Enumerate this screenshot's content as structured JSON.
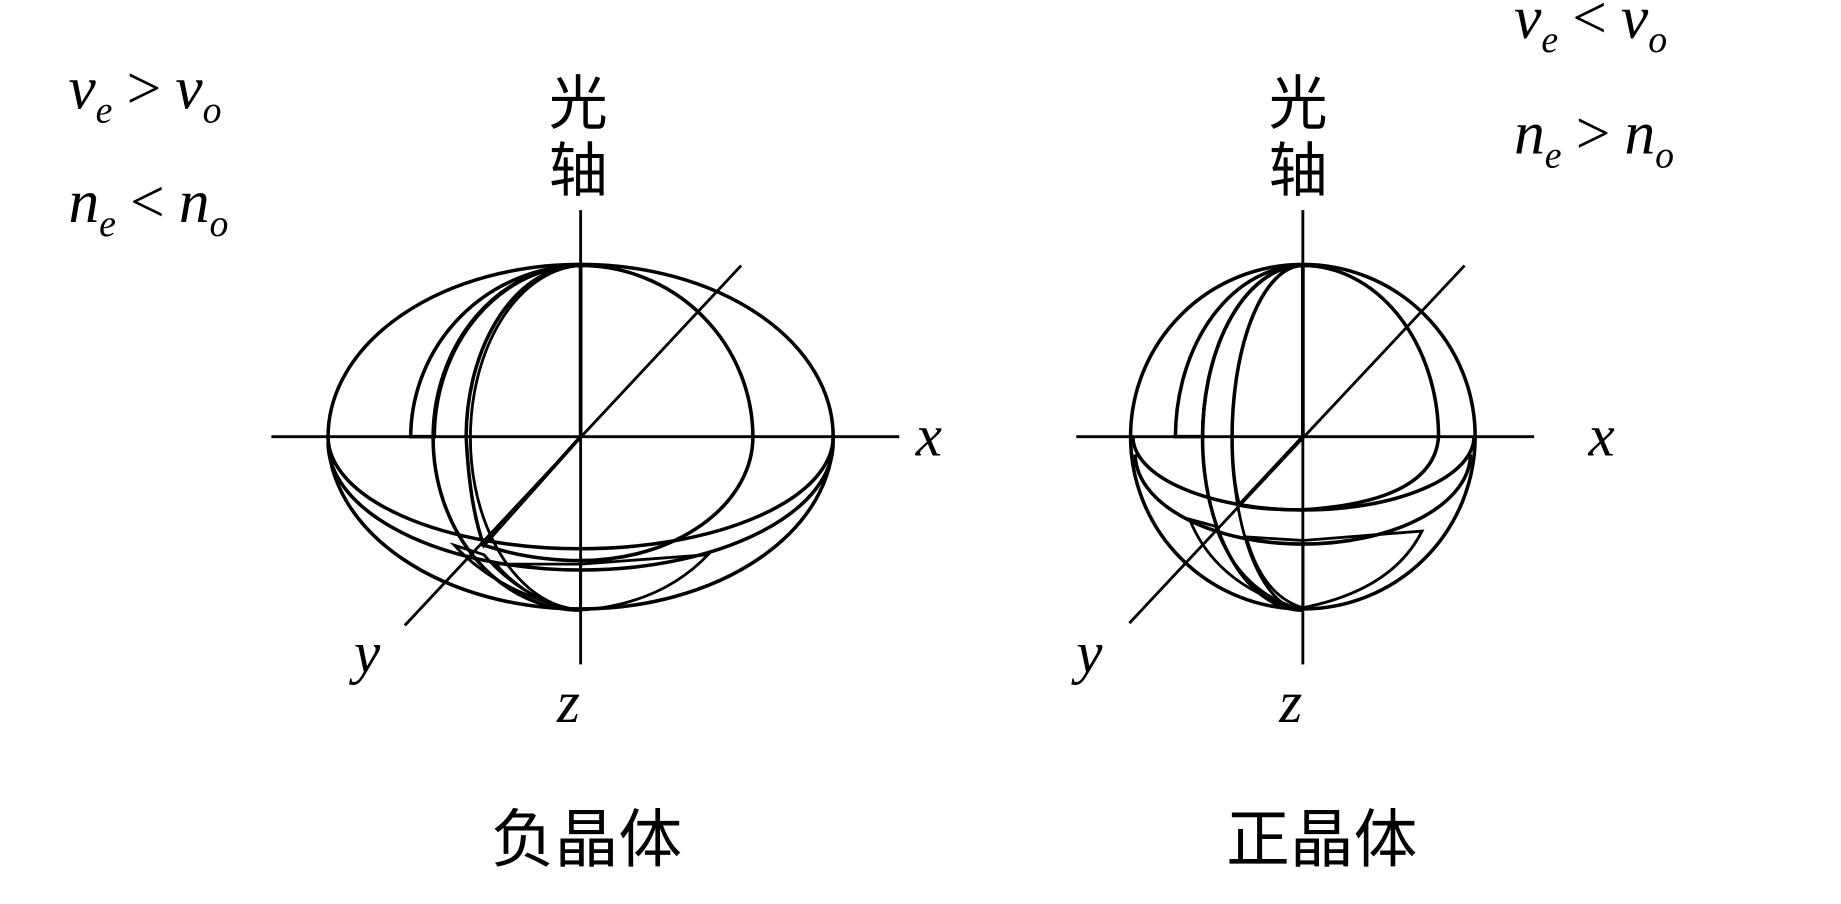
{
  "negative": {
    "title": "负晶体",
    "optic_axis": [
      "光",
      "轴"
    ],
    "rel1": {
      "a": "v",
      "a_sub": "e",
      "op": ">",
      "b": "v",
      "b_sub": "o"
    },
    "rel2": {
      "a": "n",
      "a_sub": "e",
      "op": "<",
      "b": "n",
      "b_sub": "o"
    }
  },
  "positive": {
    "title": "正晶体",
    "optic_axis": [
      "光",
      "轴"
    ],
    "rel1": {
      "a": "v",
      "a_sub": "e",
      "op": "<",
      "b": "v",
      "b_sub": "o"
    },
    "rel2": {
      "a": "n",
      "a_sub": "e",
      "op": ">",
      "b": "n",
      "b_sub": "o"
    }
  },
  "axes": {
    "x": "x",
    "y": "y",
    "z": "z"
  }
}
